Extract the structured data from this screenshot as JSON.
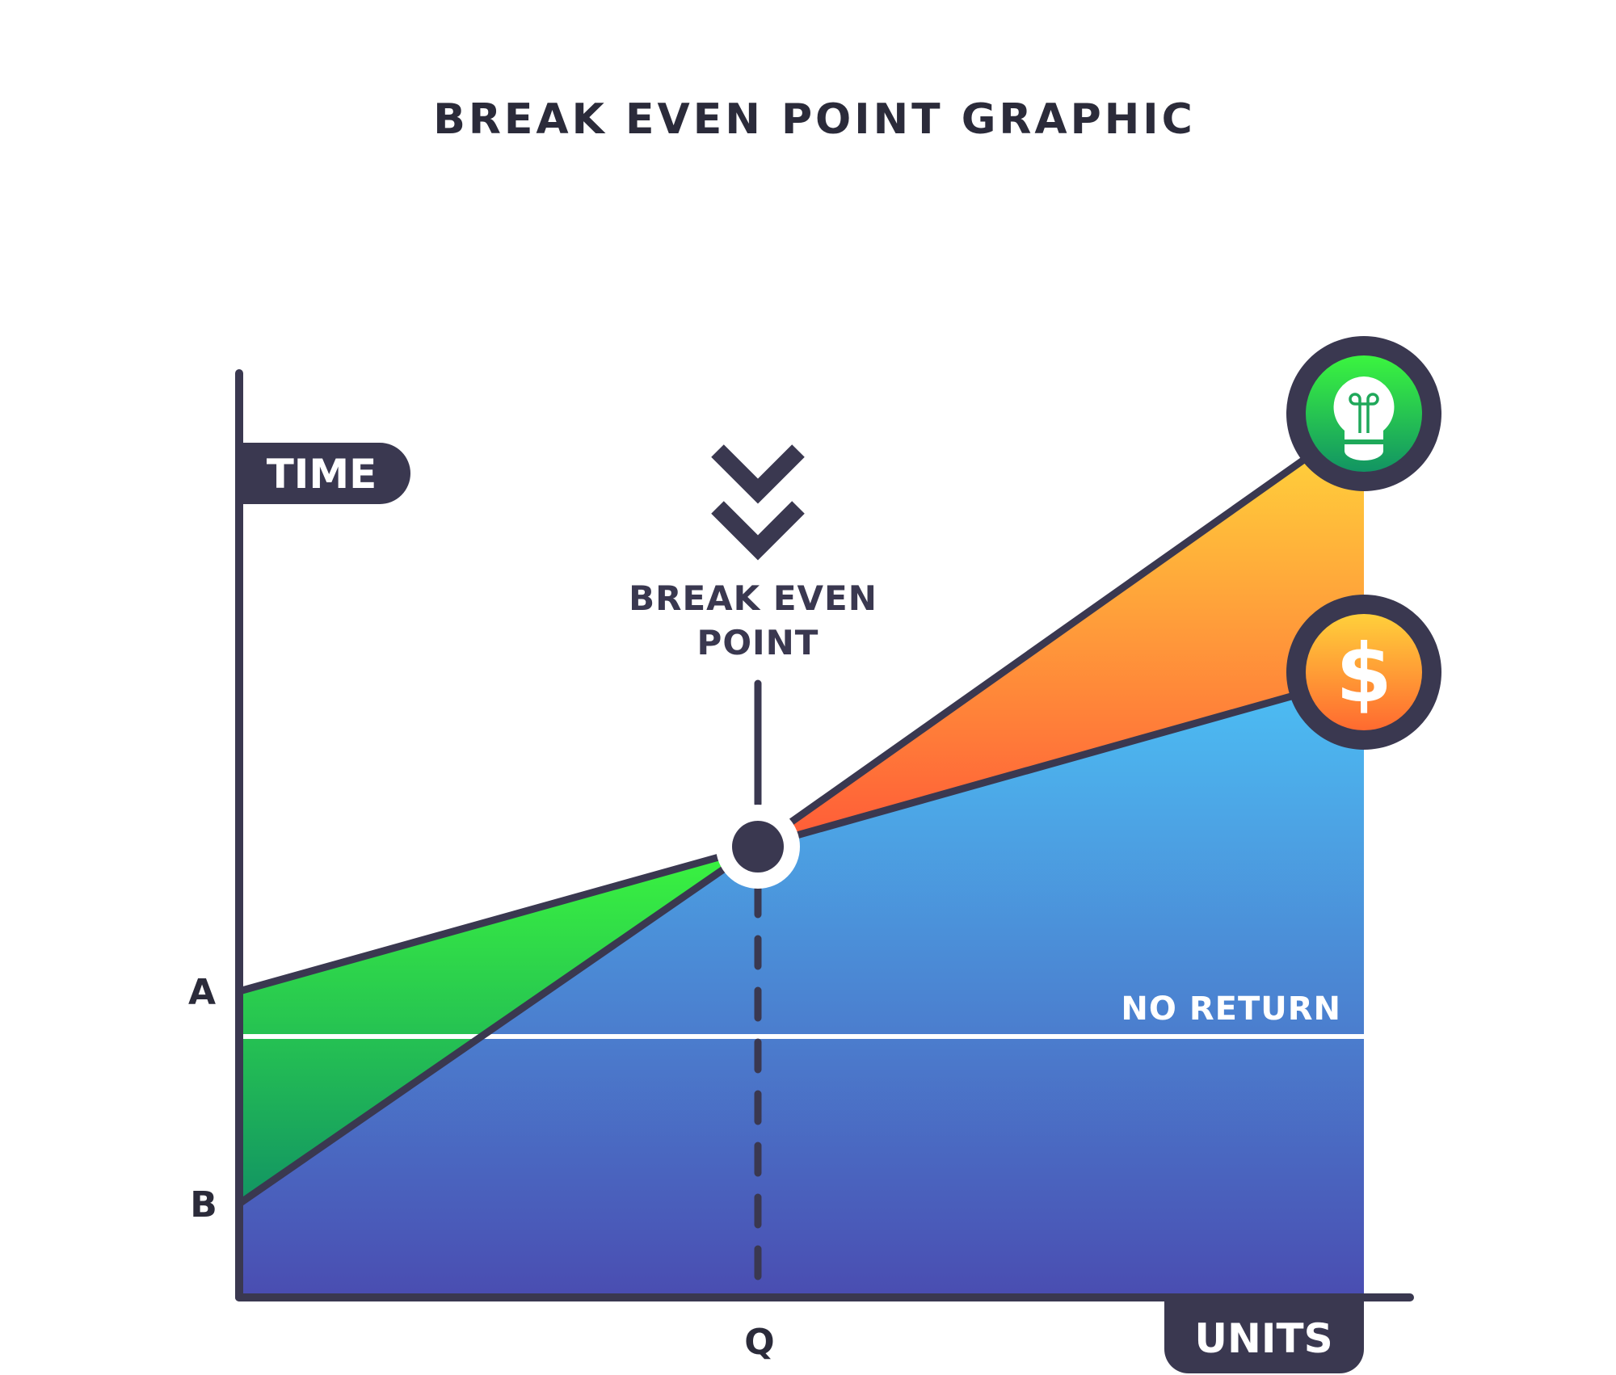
{
  "title": "BREAK EVEN POINT GRAPHIC",
  "axes": {
    "y_label": "TIME",
    "x_label": "UNITS",
    "x_tick": "Q",
    "y_ticks": [
      "A",
      "B"
    ]
  },
  "annotations": {
    "break_even_line1": "BREAK EVEN",
    "break_even_line2": "POINT",
    "no_return": "NO RETURN"
  },
  "icons": {
    "top": "lightbulb-icon",
    "middle": "dollar-icon",
    "middle_symbol": "$",
    "pointer": "double-chevron-down-icon"
  },
  "colors": {
    "dark": "#3a3850",
    "text": "#2b2b3a",
    "green_top": "#3bf53f",
    "green_bottom": "#129463",
    "blue_top": "#4cbcf3",
    "blue_bottom": "#4a4db1",
    "orange_top": "#ffd03b",
    "orange_bottom": "#ff5a38",
    "white": "#ffffff"
  }
}
